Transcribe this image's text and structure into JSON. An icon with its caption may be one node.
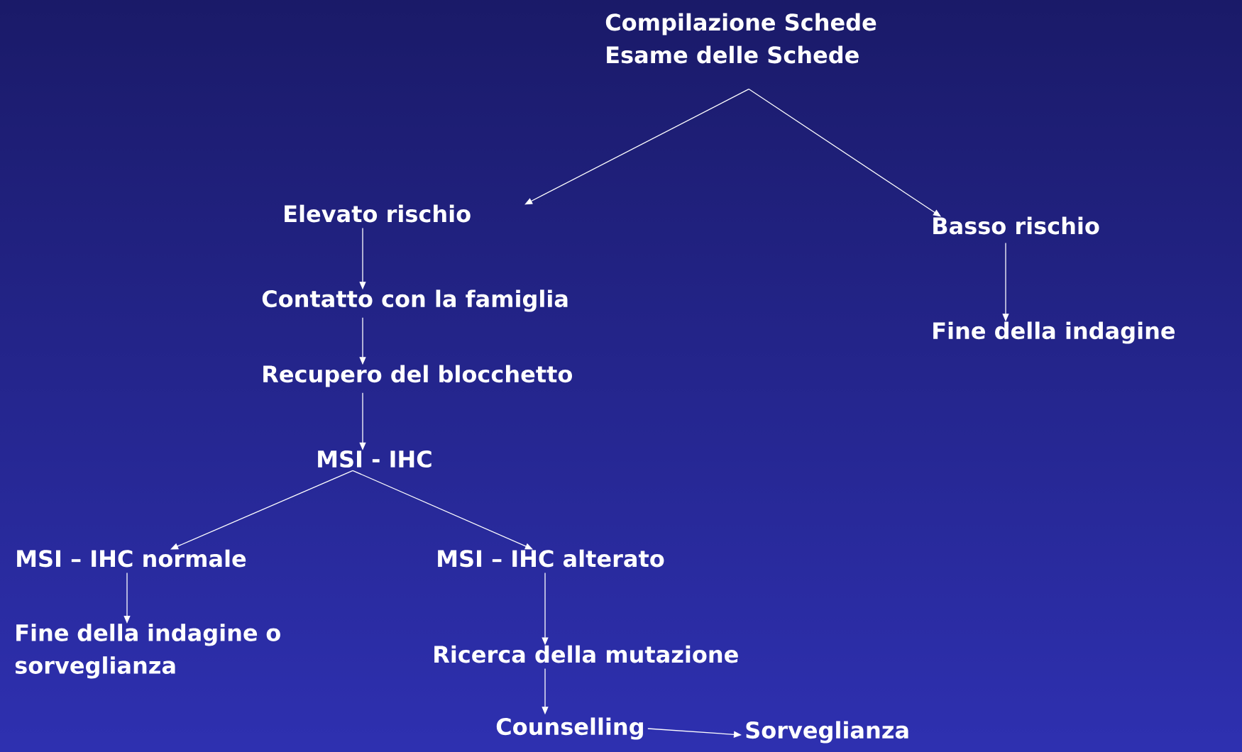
{
  "diagram": {
    "nodes": [
      {
        "text": [
          "Compilazione Schede",
          "Esame delle Schede"
        ]
      },
      {
        "text": [
          "Elevato rischio"
        ]
      },
      {
        "text": [
          "Basso rischio"
        ]
      },
      {
        "text": [
          "Contatto con la famiglia"
        ]
      },
      {
        "text": [
          "Fine della indagine"
        ]
      },
      {
        "text": [
          "Recupero del blocchetto"
        ]
      },
      {
        "text": [
          "MSI - IHC"
        ]
      },
      {
        "text": [
          "MSI – IHC normale"
        ]
      },
      {
        "text": [
          "MSI – IHC alterato"
        ]
      },
      {
        "text": [
          "Fine della indagine o sorveglianza"
        ]
      },
      {
        "text": [
          "Ricerca della mutazione"
        ]
      },
      {
        "text": [
          "Counselling"
        ]
      },
      {
        "text": [
          "Sorveglianza"
        ]
      }
    ],
    "edges": [
      {
        "from": 0,
        "to": 1,
        "arrow": "to"
      },
      {
        "from": 0,
        "to": 2,
        "arrow": "to"
      },
      {
        "from": 1,
        "to": 3,
        "arrow": "to"
      },
      {
        "from": 3,
        "to": 5,
        "arrow": "to"
      },
      {
        "from": 5,
        "to": 6,
        "arrow": "to"
      },
      {
        "from": 2,
        "to": 4,
        "arrow": "to"
      },
      {
        "from": 6,
        "to": 7,
        "arrow": "to"
      },
      {
        "from": 6,
        "to": 8,
        "arrow": "to"
      },
      {
        "from": 7,
        "to": 9,
        "arrow": "to"
      },
      {
        "from": 8,
        "to": 10,
        "arrow": "to"
      },
      {
        "from": 10,
        "to": 11,
        "arrow": "to"
      },
      {
        "from": 11,
        "to": 12,
        "arrow": "to"
      }
    ]
  }
}
